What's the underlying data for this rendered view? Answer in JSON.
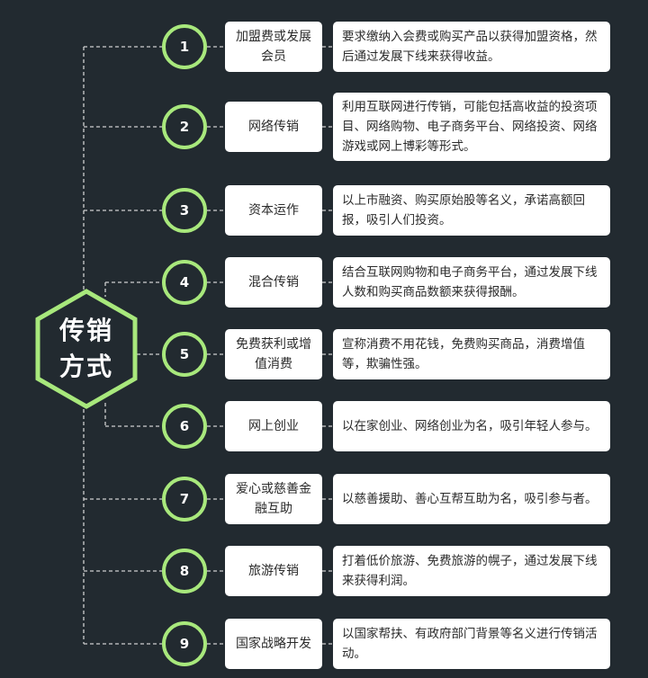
{
  "center": {
    "title": "传销\n方式"
  },
  "colors": {
    "background": "#222a30",
    "accent": "#a8e87c",
    "box": "#ffffff",
    "line": "#cfcfcf"
  },
  "items": [
    {
      "number": "1",
      "label": "加盟费或发展会员",
      "description": "要求缴纳入会费或购买产品以获得加盟资格，然后通过发展下线来获得收益。"
    },
    {
      "number": "2",
      "label": "网络传销",
      "description": "利用互联网进行传销，可能包括高收益的投资项目、网络购物、电子商务平台、网络投资、网络游戏或网上博彩等形式。"
    },
    {
      "number": "3",
      "label": "资本运作",
      "description": "以上市融资、购买原始股等名义，承诺高额回报，吸引人们投资。"
    },
    {
      "number": "4",
      "label": "混合传销",
      "description": "结合互联网购物和电子商务平台，通过发展下线人数和购买商品数额来获得报酬。"
    },
    {
      "number": "5",
      "label": "免费获利或增值消费",
      "description": "宣称消费不用花钱，免费购买商品，消费增值等，欺骗性强。"
    },
    {
      "number": "6",
      "label": "网上创业",
      "description": "以在家创业、网络创业为名，吸引年轻人参与。"
    },
    {
      "number": "7",
      "label": "爱心或慈善金融互助",
      "description": "以慈善援助、善心互帮互助为名，吸引参与者。"
    },
    {
      "number": "8",
      "label": "旅游传销",
      "description": "打着低价旅游、免费旅游的幌子，通过发展下线来获得利润。"
    },
    {
      "number": "9",
      "label": "国家战略开发",
      "description": "以国家帮扶、有政府部门背景等名义进行传销活动。"
    }
  ]
}
